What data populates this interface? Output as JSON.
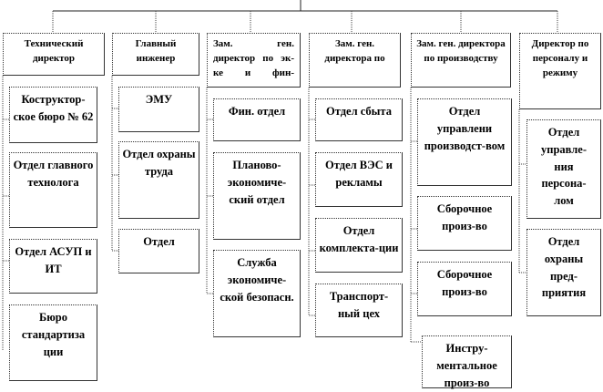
{
  "columns": [
    {
      "head": "Технический директор",
      "children": [
        "Коструктор-ское бюро № 62",
        "Отдел главного технолога",
        "Отдел АСУП и ИТ",
        "Бюро стандартиза ции"
      ]
    },
    {
      "head": "Главный инженер",
      "children": [
        "ЭМУ",
        "Отдел охраны труда",
        "Отдел"
      ]
    },
    {
      "head": "Зам. ген. директор по эк-ке и фин-",
      "children": [
        "Фин. отдел",
        "Планово-экономиче-ский отдел",
        "Служба экономиче-ской безопасн."
      ]
    },
    {
      "head": "Зам. ген. директора по",
      "children": [
        "Отдел сбыта",
        "Отдел ВЭС и рекламы",
        "Отдел комплекта-ции",
        "Транспорт-ный цех"
      ]
    },
    {
      "head": "Зам. ген. директора по производству",
      "children": [
        "Отдел управлени производст-вом",
        "Сборочное произ-во",
        "Сборочное произ-во",
        "Инстру-ментальное произ-во"
      ]
    },
    {
      "head": "Директор по персоналу и режиму",
      "children": [
        "Отдел управле-ния персона-лом",
        "Отдел охраны пред-приятия"
      ]
    }
  ]
}
